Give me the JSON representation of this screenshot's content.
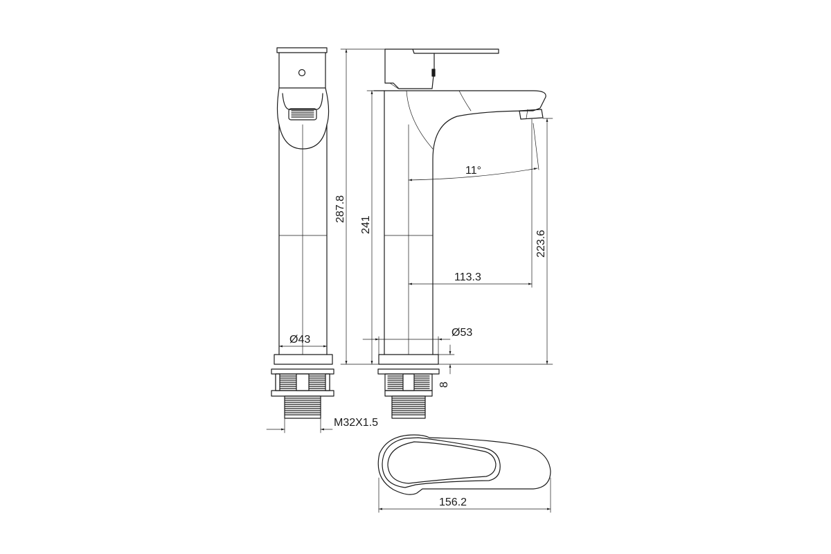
{
  "dimensions": {
    "total_height": "287.8",
    "body_height": "241",
    "spout_height": "223.6",
    "spout_reach": "113.3",
    "spout_angle": "11°",
    "side_diameter": "Ø43",
    "base_diameter": "Ø53",
    "base_thickness": "8",
    "thread": "M32X1.5",
    "handle_length": "156.2"
  },
  "colors": {
    "line": "#1a1a1a",
    "background": "#ffffff"
  }
}
